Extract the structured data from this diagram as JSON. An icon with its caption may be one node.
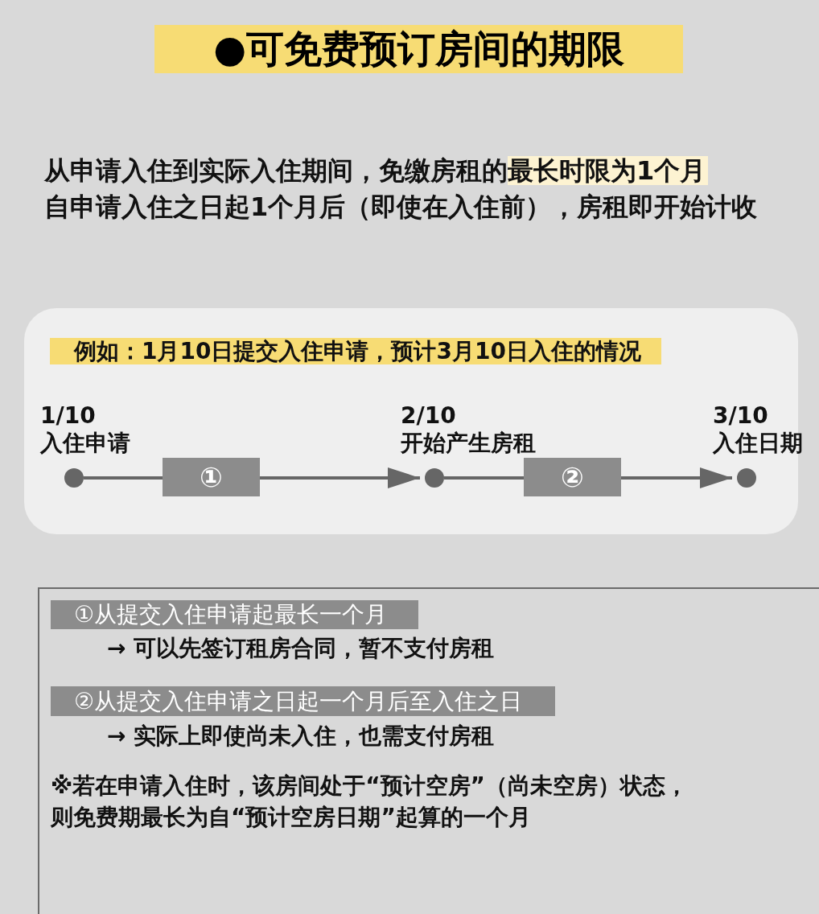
{
  "diagram": {
    "title": "●可免费预订房间的期限",
    "nodes": [
      {
        "text": [],
        "shape": "box"
      },
      {
        "text": [
          "例如：1月10日提交入住申请，预计3月10日入住的情况"
        ],
        "in": 0
      },
      {
        "text": [],
        "shape": "circle",
        "in": 0,
        "beside": [
          "1/10",
          "入住申请"
        ]
      },
      {
        "text": [],
        "shape": "circle",
        "in": 0,
        "beside": [
          "2/10",
          "开始产生房租"
        ]
      },
      {
        "text": [],
        "shape": "circle",
        "in": 0,
        "beside": [
          "3/10",
          "入住日期"
        ]
      },
      {
        "text": [
          "※若在申请入住时，该房间处于“预计空房”（尚未空房）状态，则免费期最长为自“预计空房日期”起算的一个月"
        ]
      },
      {
        "text": [
          "①从提交入住申请起最长一个月"
        ],
        "in": 5,
        "beside": [
          "→ 可以先签订租房合同，暂不支付房租"
        ]
      },
      {
        "text": [
          "②从提交入住申请之日起一个月后至入住之日"
        ],
        "in": 5,
        "beside": [
          "→ 实际上即使尚未入住，也需支付房租"
        ]
      }
    ],
    "edges": [
      {
        "from": 2,
        "to": 3,
        "arrow": "to",
        "label": "①"
      },
      {
        "from": 3,
        "to": 4,
        "arrow": "to",
        "label": "②"
      }
    ],
    "labels": [
      "从申请入住到实际入住期间，免缴房租的最长时限为1个月",
      "自申请入住之日起1个月后（即使在入住前），房租即开始计收"
    ]
  }
}
